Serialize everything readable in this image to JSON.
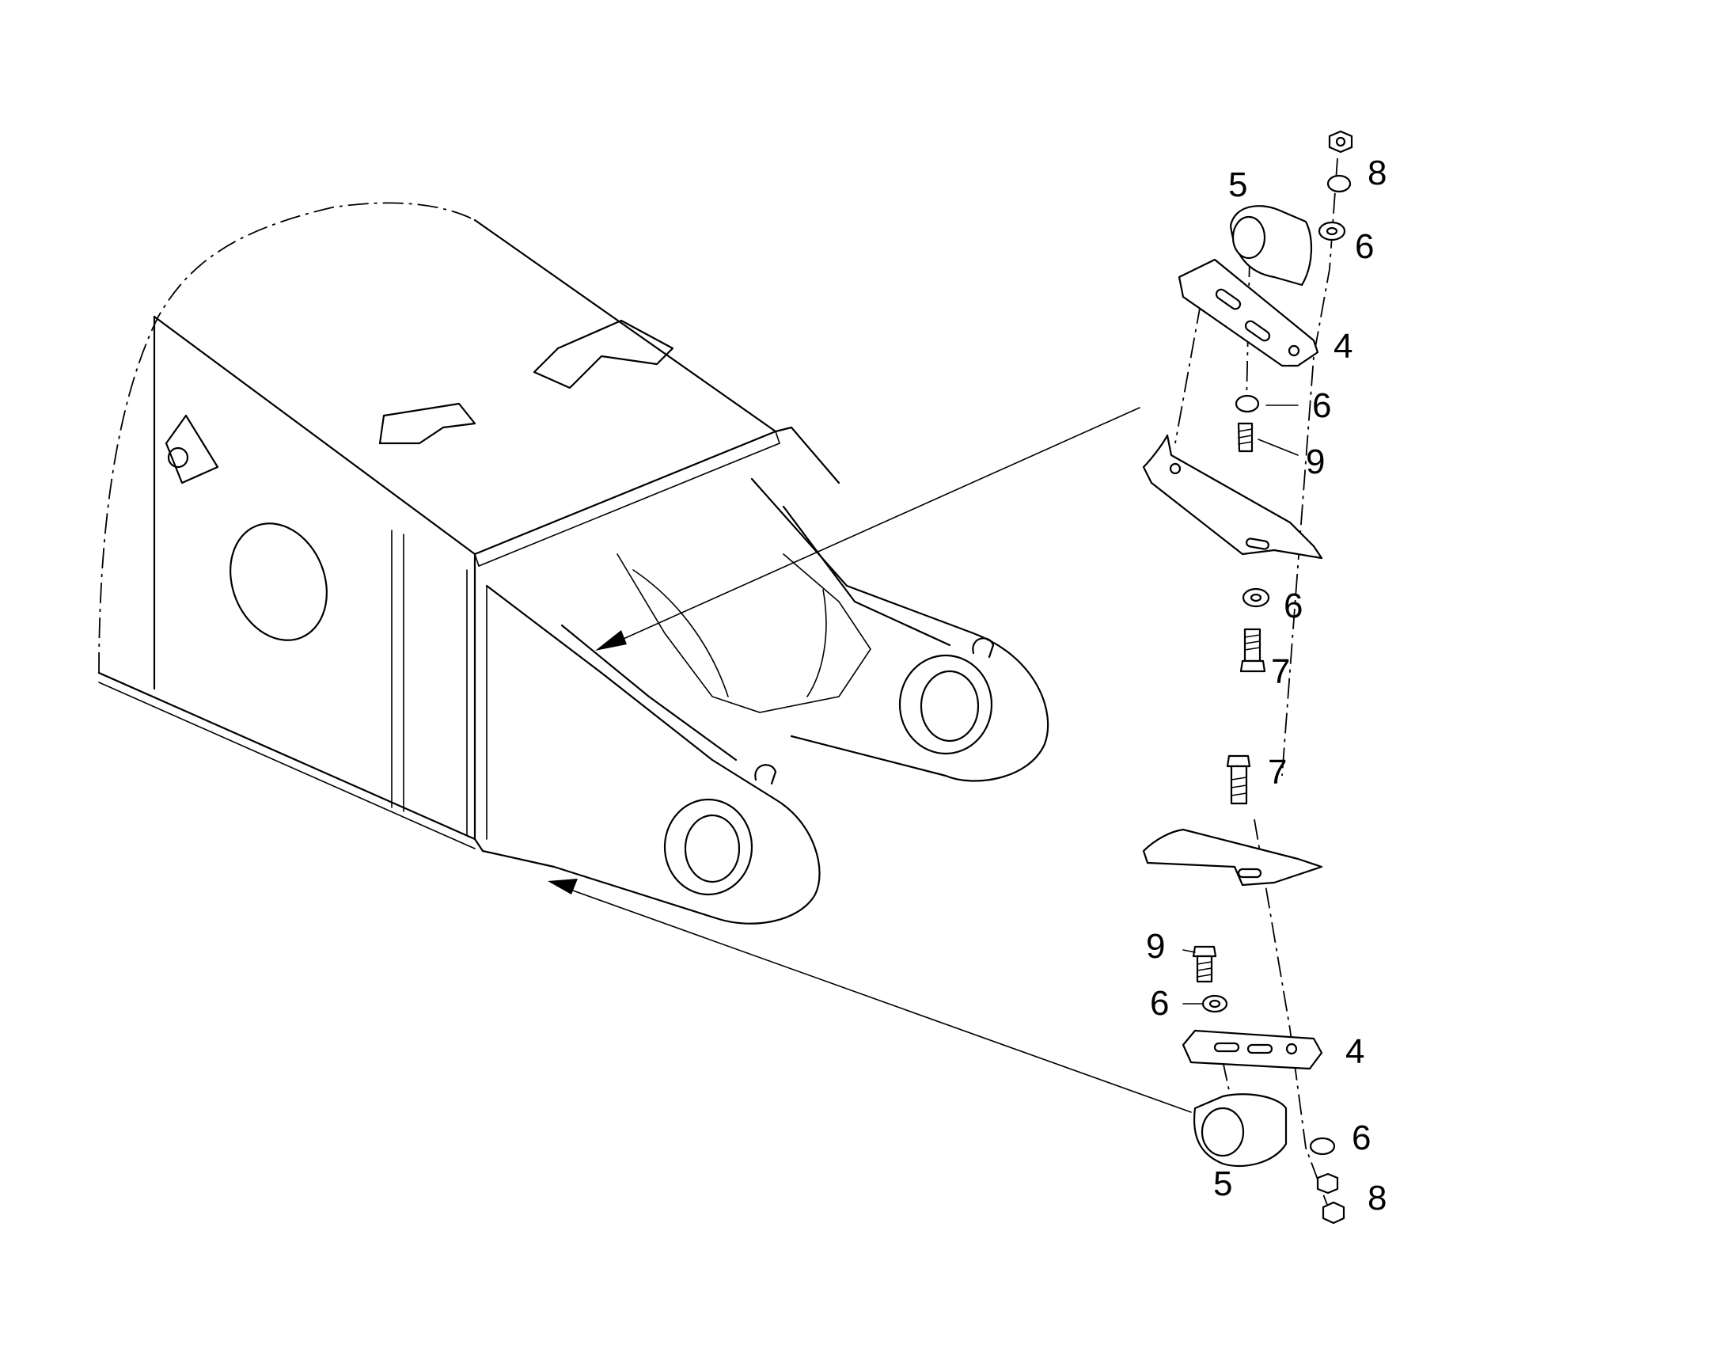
{
  "callouts": [
    {
      "label": "5"
    },
    {
      "label": "8"
    },
    {
      "label": "6"
    },
    {
      "label": "4"
    },
    {
      "label": "6"
    },
    {
      "label": "9"
    },
    {
      "label": "6"
    },
    {
      "label": "7"
    },
    {
      "label": "7"
    },
    {
      "label": "9"
    },
    {
      "label": "6"
    },
    {
      "label": "4"
    },
    {
      "label": "6"
    },
    {
      "label": "5"
    },
    {
      "label": "8"
    }
  ],
  "colors": {
    "line": "#000000",
    "background": "#ffffff"
  }
}
